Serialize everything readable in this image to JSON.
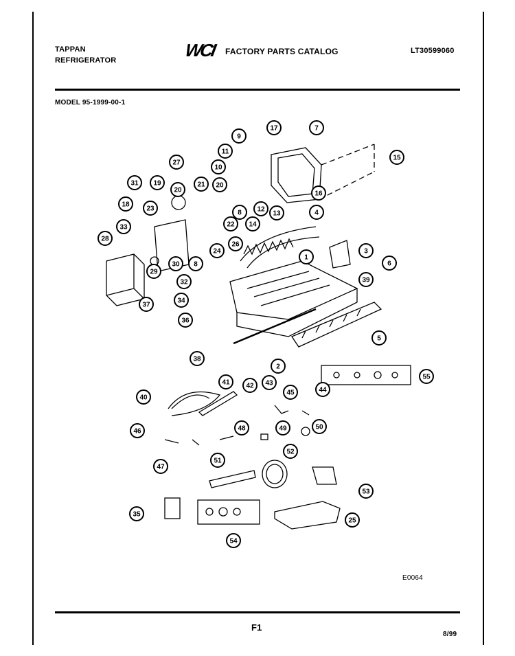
{
  "header": {
    "brand_line1": "TAPPAN",
    "brand_line2": "REFRIGERATOR",
    "logo": "WCI",
    "catalog_title": "FACTORY PARTS CATALOG",
    "catalog_number": "LT30599060",
    "model": "MODEL 95-1999-00-1"
  },
  "diagram": {
    "callouts": [
      "9",
      "17",
      "7",
      "15",
      "11",
      "10",
      "27",
      "31",
      "19",
      "20",
      "21",
      "20",
      "16",
      "18",
      "23",
      "8",
      "12",
      "13",
      "4",
      "33",
      "22",
      "14",
      "28",
      "26",
      "3",
      "24",
      "1",
      "6",
      "30",
      "8",
      "29",
      "39",
      "32",
      "37",
      "34",
      "36",
      "5",
      "38",
      "2",
      "55",
      "41",
      "42",
      "43",
      "45",
      "44",
      "40",
      "46",
      "48",
      "49",
      "50",
      "47",
      "51",
      "52",
      "53",
      "35",
      "25",
      "54"
    ]
  },
  "footer": {
    "drawing_code": "E0064",
    "page": "F1",
    "date": "8/99"
  }
}
